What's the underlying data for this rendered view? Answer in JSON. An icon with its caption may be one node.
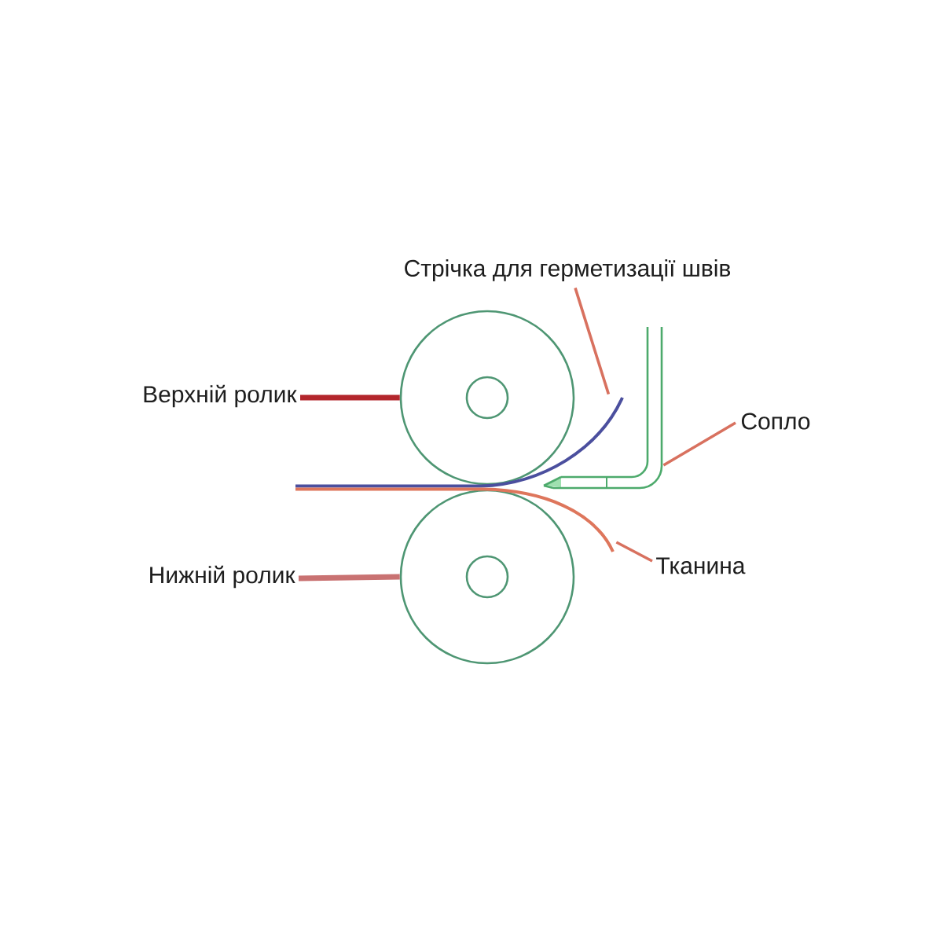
{
  "diagram": {
    "nodes": [
      {
        "text": [
          "Стрічка для герметизації швів"
        ]
      },
      {
        "text": [
          "Верхній ролик"
        ]
      },
      {
        "text": [
          "Сопло"
        ]
      },
      {
        "text": [
          "Нижній ролик"
        ]
      },
      {
        "text": [
          "Тканина"
        ]
      },
      {
        "text": [],
        "shape": "circle"
      },
      {
        "text": [],
        "shape": "picture"
      },
      {
        "text": [],
        "shape": "picture"
      },
      {
        "text": [],
        "shape": "circle"
      },
      {
        "text": [],
        "shape": "picture"
      }
    ],
    "edges": [
      {
        "from": 0,
        "to": 6,
        "arrow": "none"
      },
      {
        "from": 1,
        "to": 5,
        "arrow": "none",
        "style": "thick",
        "color": "#b3262c"
      },
      {
        "from": 2,
        "to": 7,
        "arrow": "none"
      },
      {
        "from": 3,
        "to": 8,
        "arrow": "none",
        "style": "thick",
        "color": "#c97272"
      },
      {
        "from": 4,
        "to": 9,
        "arrow": "none"
      }
    ]
  }
}
